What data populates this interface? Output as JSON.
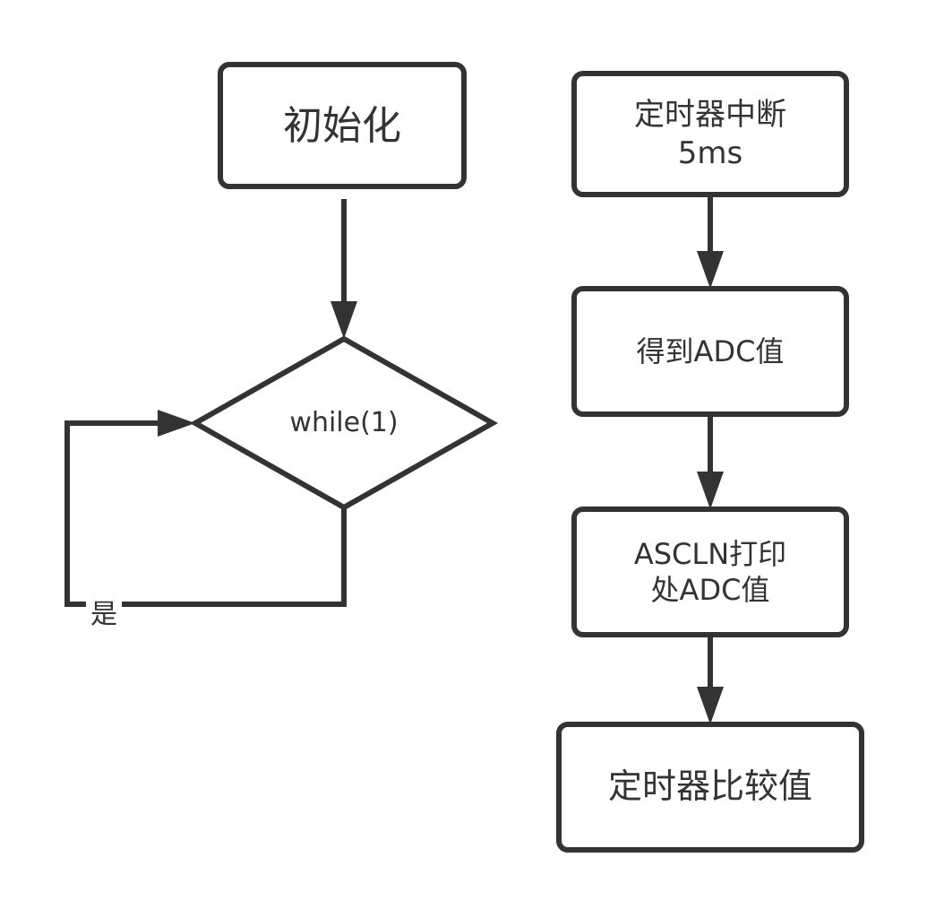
{
  "colors": {
    "stroke": "#333333",
    "text": "#333333",
    "background": "#ffffff"
  },
  "left_flow": {
    "init": "初始化",
    "loop_condition": "while(1)",
    "loop_label": "是"
  },
  "right_flow": {
    "steps": [
      "定时器中断\n5ms",
      "得到ADC值",
      "ASCLN打印\n处ADC值",
      "定时器比较值"
    ]
  }
}
